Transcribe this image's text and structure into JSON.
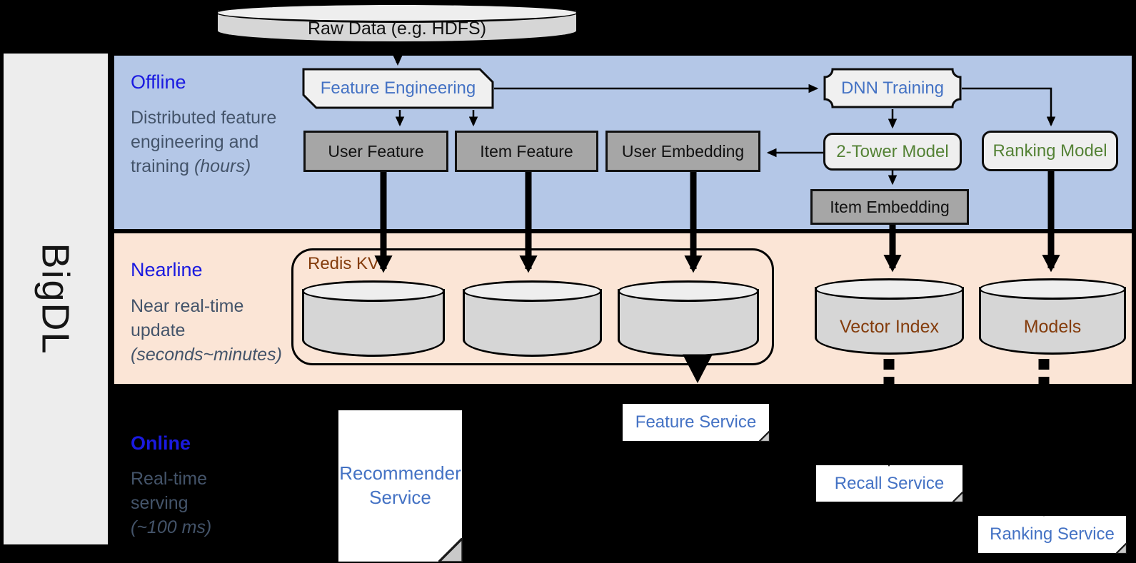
{
  "brand": {
    "name": "BigDL"
  },
  "top": {
    "raw_data": "Raw Data (e.g. HDFS)"
  },
  "sections": {
    "offline": {
      "title": "Offline",
      "desc": "Distributed feature engineering and training",
      "desc_italic": "(hours)"
    },
    "nearline": {
      "title": "Nearline",
      "desc": "Near real-time update",
      "desc_italic": "(seconds~minutes)"
    },
    "online": {
      "title": "Online",
      "desc": "Real-time serving",
      "desc_italic": "(~100 ms)"
    }
  },
  "offline": {
    "feature_engineering": "Feature Engineering",
    "user_feature": "User Feature",
    "item_feature": "Item Feature",
    "user_embedding": "User Embedding",
    "dnn_training": "DNN Training",
    "two_tower_model": "2-Tower Model",
    "ranking_model": "Ranking Model",
    "item_embedding": "Item Embedding"
  },
  "nearline": {
    "redis_kv": "Redis KV",
    "vector_index": "Vector Index",
    "models": "Models"
  },
  "online": {
    "recommender_service": "Recommender Service",
    "feature_service": "Feature Service",
    "recall_service": "Recall Service",
    "ranking_service": "Ranking Service"
  },
  "colors": {
    "offline_band": "#b4c7e7",
    "nearline_band": "#fbe5d6",
    "background": "#000000",
    "rail_gray": "#ededed",
    "node_gray": "#a6a6a6",
    "heading_blue": "#1a1ae0",
    "service_blue": "#4472c4",
    "model_green": "#548235",
    "storage_brown": "#843c0c",
    "desc_slate": "#44546a"
  }
}
